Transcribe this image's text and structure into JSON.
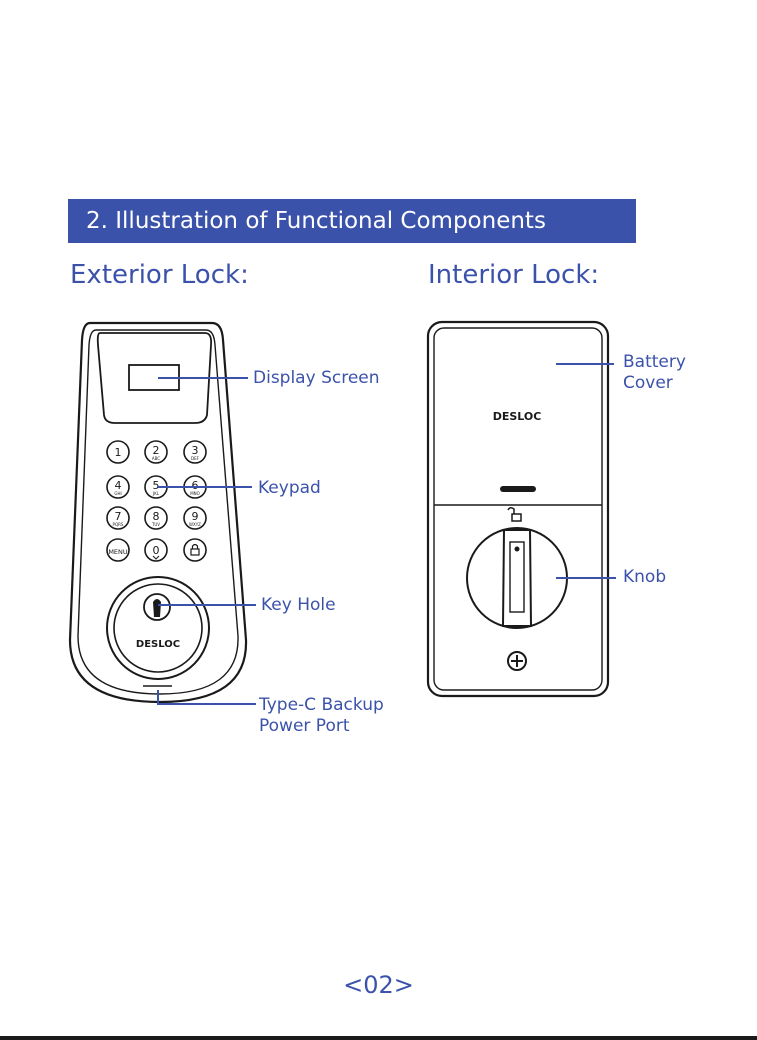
{
  "section": {
    "title": "2. Illustration of Functional Components"
  },
  "exterior": {
    "heading": "Exterior Lock:",
    "keys": [
      {
        "digit": "1",
        "letters": ""
      },
      {
        "digit": "2",
        "letters": "ABC"
      },
      {
        "digit": "3",
        "letters": "DEF"
      },
      {
        "digit": "4",
        "letters": "GHI"
      },
      {
        "digit": "5",
        "letters": "JKL"
      },
      {
        "digit": "6",
        "letters": "MNO"
      },
      {
        "digit": "7",
        "letters": "PQRS"
      },
      {
        "digit": "8",
        "letters": "TUV"
      },
      {
        "digit": "9",
        "letters": "WXYZ"
      },
      {
        "digit": "MENU",
        "letters": ""
      },
      {
        "digit": "0",
        "letters": ""
      },
      {
        "digit": "",
        "letters": ""
      }
    ],
    "brand": "DESLOC",
    "callouts": {
      "display": "Display Screen",
      "keypad": "Keypad",
      "keyhole": "Key Hole",
      "usb_line1": "Type-C Backup",
      "usb_line2": "Power Port"
    }
  },
  "interior": {
    "heading": "Interior Lock:",
    "brand": "DESLOC",
    "callouts": {
      "battery_line1": "Battery",
      "battery_line2": "Cover",
      "knob": "Knob"
    }
  },
  "footer": {
    "page": "<02>"
  },
  "colors": {
    "accent": "#3B52AB",
    "line": "#1a1a1a"
  }
}
